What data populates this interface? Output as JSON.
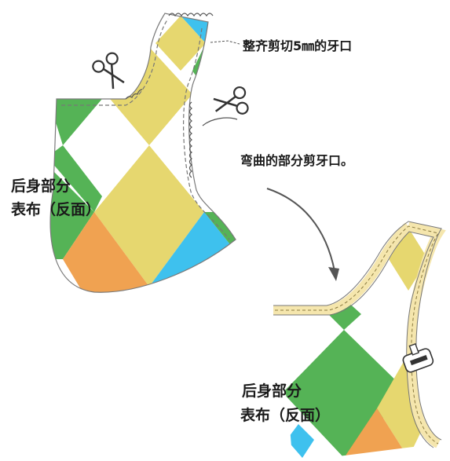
{
  "annotations": {
    "notch_cut": "整齐剪切5㎜的牙口",
    "curve_cut": "弯曲的部分剪牙口。"
  },
  "pieces": [
    {
      "label_line1": "后身部分",
      "label_line2": "表布（反面）"
    },
    {
      "label_line1": "后身部分",
      "label_line2": "表布（反面）"
    }
  ],
  "colors": {
    "green": "#55b356",
    "yellow": "#e6d76f",
    "orange": "#f0a251",
    "blue": "#3ec1ee",
    "bias_tape": "#f5e6ad",
    "outline": "#7a7a7a"
  },
  "icons": [
    "scissors-icon",
    "scissors-icon",
    "curved-arrow-icon",
    "sewing-machine-foot-icon"
  ]
}
